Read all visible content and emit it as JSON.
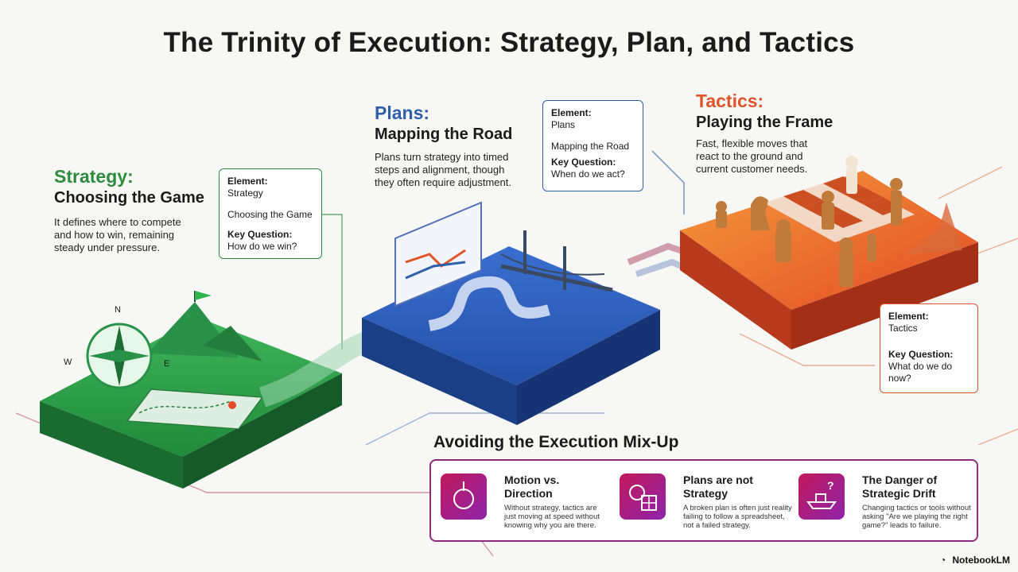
{
  "title": "The Trinity of Execution: Strategy, Plan, and Tactics",
  "strategy": {
    "heading": "Strategy:",
    "subheading": "Choosing the Game",
    "body": "It defines where to compete and how to win, remaining steady under pressure.",
    "card": {
      "element_label": "Element:",
      "element_value": "Strategy",
      "element_sub": "Choosing the Game",
      "question_label": "Key Question:",
      "question_value": "How do we win?"
    },
    "compass": {
      "n": "N",
      "w": "W",
      "e": "E"
    },
    "color": "#2e8b3e"
  },
  "plans": {
    "heading": "Plans:",
    "subheading": "Mapping the Road",
    "body": "Plans turn strategy into timed steps and alignment, though they often require adjustment.",
    "card": {
      "element_label": "Element:",
      "element_value": "Plans",
      "element_sub": "Mapping the Road",
      "question_label": "Key Question:",
      "question_value": "When do we act?"
    },
    "color": "#2f5fa8"
  },
  "tactics": {
    "heading": "Tactics:",
    "subheading": "Playing the Frame",
    "body": "Fast, flexible moves that react to the ground and current customer needs.",
    "card": {
      "element_label": "Element:",
      "element_value": "Tactics",
      "question_label": "Key Question:",
      "question_value": "What do we do now?"
    },
    "color": "#e0542a"
  },
  "mixup": {
    "title": "Avoiding the Execution Mix-Up",
    "items": [
      {
        "heading": "Motion vs. Direction",
        "body": "Without strategy, tactics are just moving at speed without knowing why you are there.",
        "icon": "spinning-top-icon"
      },
      {
        "heading": "Plans are not Strategy",
        "body": "A broken plan is often just reality failing to follow a spreadsheet, not a failed strategy.",
        "icon": "gear-spreadsheet-icon"
      },
      {
        "heading": "The Danger of Strategic Drift",
        "body": "Changing tactics or tools without asking \"Are we playing the right game?\" leads to failure.",
        "icon": "ship-question-icon"
      }
    ],
    "border_color": "#8e2a7c"
  },
  "brand": "NotebookLM"
}
